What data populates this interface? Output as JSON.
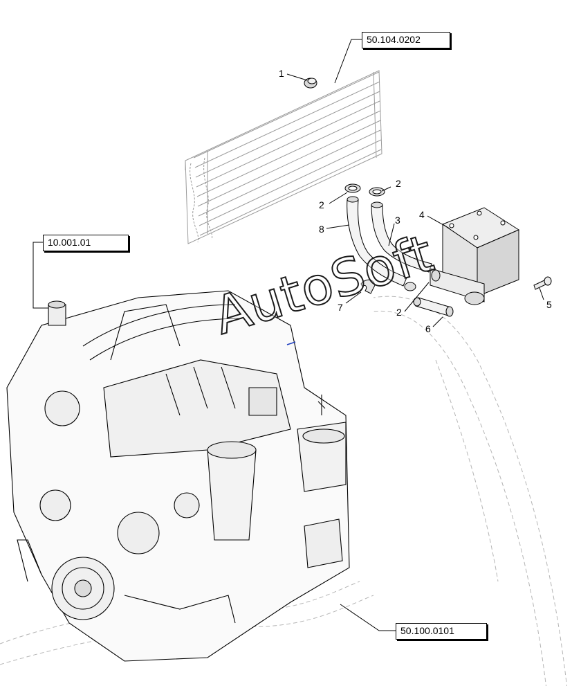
{
  "references": {
    "top": "50.104.0202",
    "engine": "10.001.01",
    "bottom": "50.100.0101"
  },
  "callouts": {
    "c1": "1",
    "c2a": "2",
    "c2b": "2",
    "c2c": "2",
    "c3": "3",
    "c4": "4",
    "c5": "5",
    "c6": "6",
    "c7": "7",
    "c8": "8"
  },
  "watermark": "AutoSoft",
  "colors": {
    "line": "#000000",
    "light_line": "#8a8a8a",
    "accent": "#1f3fbf"
  }
}
